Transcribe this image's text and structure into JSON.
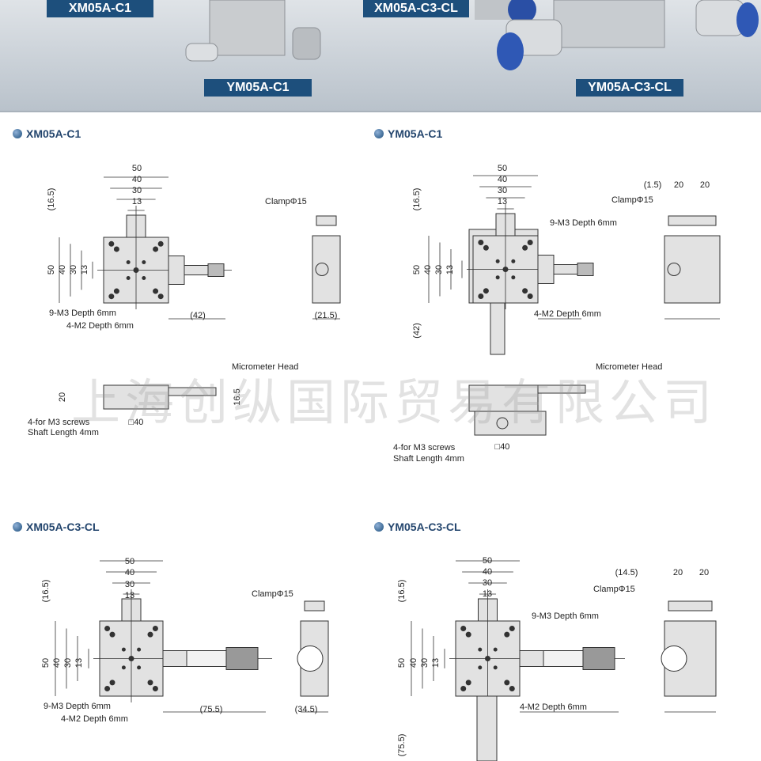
{
  "banner": {
    "labels": [
      "XM05A-C1",
      "YM05A-C1",
      "XM05A-C3-CL",
      "YM05A-C3-CL"
    ]
  },
  "sections": [
    {
      "title": "XM05A-C1",
      "dims": {
        "top": [
          "50",
          "40",
          "30",
          "13"
        ],
        "side": [
          "(16.5)",
          "50",
          "40",
          "30",
          "13"
        ],
        "travel": "(42)",
        "side_width": "(21.5)",
        "clamp": "ClampΦ15",
        "m3": "9-M3 Depth 6mm",
        "m2": "4-M2 Depth 6mm",
        "micrometer": "Micrometer Head",
        "height": "20",
        "height2": "16.5",
        "screws": "4-for M3 screws",
        "shaft": "Shaft Length 4mm",
        "square": "□40"
      }
    },
    {
      "title": "YM05A-C1",
      "dims": {
        "top": [
          "50",
          "40",
          "30",
          "13"
        ],
        "side": [
          "(16.5)",
          "50",
          "40",
          "30",
          "13"
        ],
        "travel": "(42)",
        "side_top": [
          "(1.5)",
          "20",
          "20"
        ],
        "clamp": "ClampΦ15",
        "m3": "9-M3 Depth 6mm",
        "m2": "4-M2 Depth 6mm",
        "micrometer": "Micrometer Head",
        "screws": "4-for M3 screws",
        "shaft": "Shaft Length 4mm",
        "square": "□40"
      }
    },
    {
      "title": "XM05A-C3-CL",
      "dims": {
        "top": [
          "50",
          "40",
          "30",
          "13"
        ],
        "side": [
          "(16.5)",
          "50",
          "40",
          "30",
          "13"
        ],
        "travel": "(75.5)",
        "side_width": "(34.5)",
        "clamp": "ClampΦ15",
        "m3": "9-M3 Depth 6mm",
        "m2": "4-M2 Depth 6mm"
      }
    },
    {
      "title": "YM05A-C3-CL",
      "dims": {
        "top": [
          "50",
          "40",
          "30",
          "13"
        ],
        "side": [
          "(16.5)",
          "50",
          "40",
          "30",
          "13"
        ],
        "travel": "(75.5)",
        "side_top": [
          "(14.5)",
          "20",
          "20"
        ],
        "clamp": "ClampΦ15",
        "m3": "9-M3 Depth 6mm",
        "m2": "4-M2 Depth 6mm"
      }
    }
  ],
  "watermark": "上海创纵国际贸易有限公司",
  "colors": {
    "label_bg": "#1d4f7c",
    "banner": "#c5ccd3"
  }
}
